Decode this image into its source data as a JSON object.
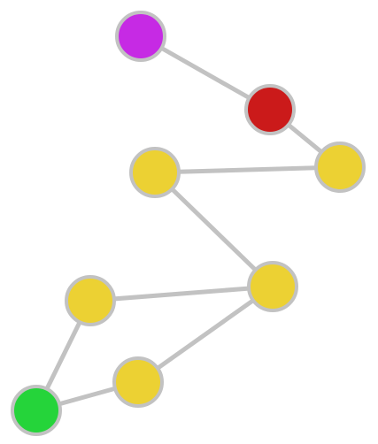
{
  "diagram": {
    "type": "graph",
    "colors": {
      "edge": "#c2c2c2",
      "node_border": "#c2c2c2",
      "purple": "#c62ae4",
      "red": "#cb1a1a",
      "yellow": "#ecd133",
      "green": "#25d43a"
    },
    "nodes": [
      {
        "id": "n1",
        "color": "purple"
      },
      {
        "id": "n2",
        "color": "red"
      },
      {
        "id": "n3",
        "color": "yellow"
      },
      {
        "id": "n4",
        "color": "yellow"
      },
      {
        "id": "n5",
        "color": "yellow"
      },
      {
        "id": "n6",
        "color": "yellow"
      },
      {
        "id": "n7",
        "color": "yellow"
      },
      {
        "id": "n8",
        "color": "green"
      }
    ],
    "edges": [
      {
        "from": "n1",
        "to": "n2"
      },
      {
        "from": "n2",
        "to": "n3"
      },
      {
        "from": "n3",
        "to": "n4"
      },
      {
        "from": "n4",
        "to": "n5"
      },
      {
        "from": "n5",
        "to": "n6"
      },
      {
        "from": "n5",
        "to": "n7"
      },
      {
        "from": "n6",
        "to": "n8"
      },
      {
        "from": "n7",
        "to": "n8"
      }
    ]
  }
}
